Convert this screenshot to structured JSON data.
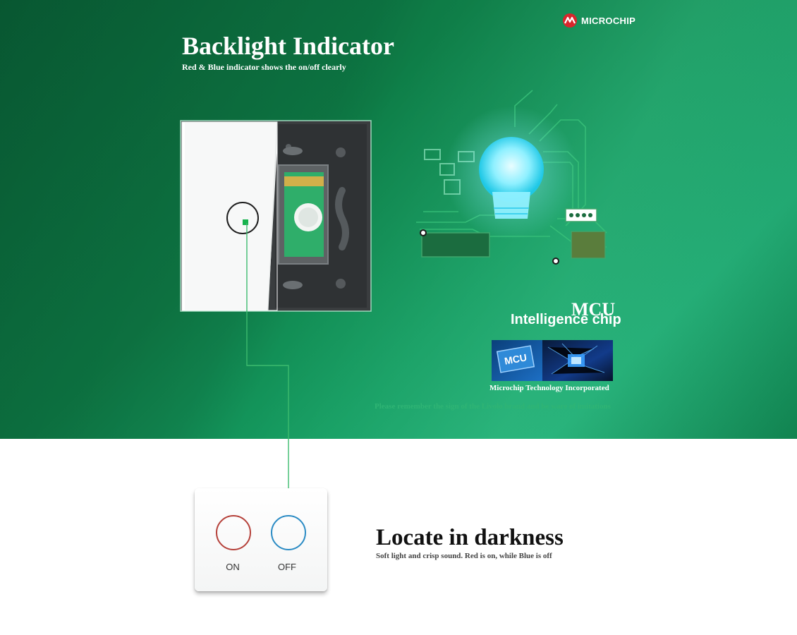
{
  "hero": {
    "title": "Backlight Indicator",
    "subtitle": "Red & Blue indicator shows the on/off clearly",
    "background_colors": [
      "#0a6a3c",
      "#1fb478"
    ]
  },
  "logo": {
    "icon": "microchip-logo-icon",
    "text": "MICROCHIP",
    "color": "#d9262c"
  },
  "switch_panel": {
    "icons": [
      "touch-button-icon",
      "indicator-led-icon",
      "switch-module-icon"
    ],
    "indicator_color": "#17b24d"
  },
  "circuit": {
    "icon": "circuit-bulb-icon",
    "glow_color": "#7fe8ff"
  },
  "mcu": {
    "title": "MCU",
    "subtitle": "Intelligence chip",
    "chip_label": "MCU",
    "caption": "Microchip Technology Incorporated"
  },
  "warning": "Please remember the sign of the Livolo brand and be ware of imitations",
  "darkness": {
    "title": "Locate in darkness",
    "subtitle": "Soft light and crisp sound. Red is on, while Blue is off",
    "on_label": "ON",
    "off_label": "OFF",
    "on_color": "#b5413a",
    "off_color": "#2a8bc4"
  }
}
